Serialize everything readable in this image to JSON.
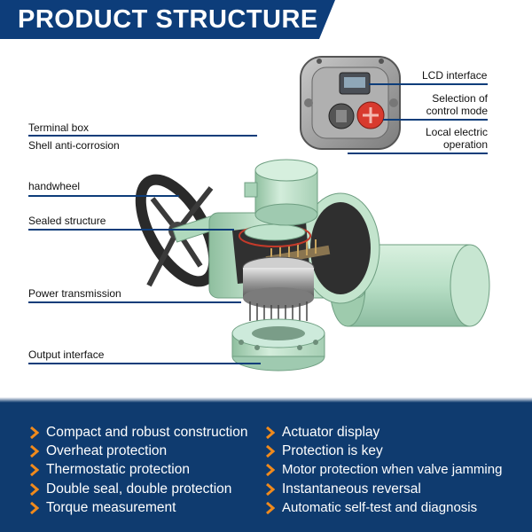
{
  "header": {
    "title": "PRODUCT STRUCTURE"
  },
  "labels": {
    "terminal_box": "Terminal box",
    "shell_anti_corrosion": "Shell anti-corrosion",
    "handwheel": "handwheel",
    "sealed_structure": "Sealed structure",
    "power_transmission": "Power transmission",
    "output_interface": "Output interface",
    "lcd_interface": "LCD interface",
    "selection_line1": "Selection of",
    "selection_line2": "control mode",
    "local_line1": "Local electric",
    "local_line2": "operation"
  },
  "features_left": [
    "Compact and robust construction",
    "Overheat protection",
    "Thermostatic protection",
    "Double seal, double protection",
    "Torque measurement"
  ],
  "features_right": [
    "Actuator display",
    "Protection is key",
    "Motor protection when valve jamming",
    "Instantaneous reversal",
    "Automatic self-test and diagnosis"
  ],
  "colors": {
    "brand_blue": "#0d3d7a",
    "footer_blue": "#0f3b6f",
    "accent_orange": "#f08a1c",
    "actuator_green": "#bfe3cc",
    "knob_red": "#d83a2e"
  }
}
